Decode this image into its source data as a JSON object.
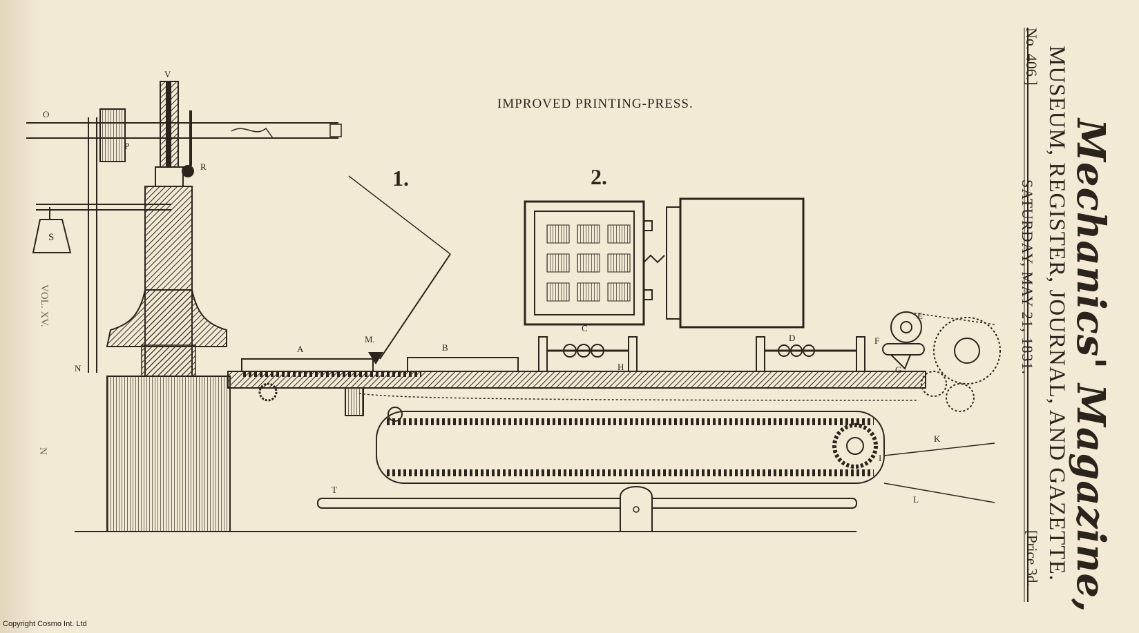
{
  "masthead": {
    "title": "Mechanics' Magazine,",
    "subtitle": "MUSEUM, REGISTER, JOURNAL, AND GAZETTE.",
    "date": "SATURDAY, MAY 21, 1831.",
    "issue_number": "No. 406.]",
    "price": "[Price 3d."
  },
  "plate": {
    "title": "IMPROVED PRINTING-PRESS.",
    "figure1_label": "1.",
    "figure2_label": "2.",
    "part_labels": {
      "A": "A",
      "B": "B",
      "C": "C",
      "D": "D",
      "E": "E",
      "F": "F",
      "G": "G",
      "H": "H",
      "I": "I",
      "K": "K",
      "L": "L",
      "M": "M.",
      "N": "N",
      "O": "O",
      "P": "P",
      "R": "R",
      "S": "S",
      "T": "T",
      "V": "V"
    }
  },
  "margin": {
    "volume": "VOL. XV.",
    "signature": "N"
  },
  "copyright": "Copyright Cosmo Int. Ltd"
}
